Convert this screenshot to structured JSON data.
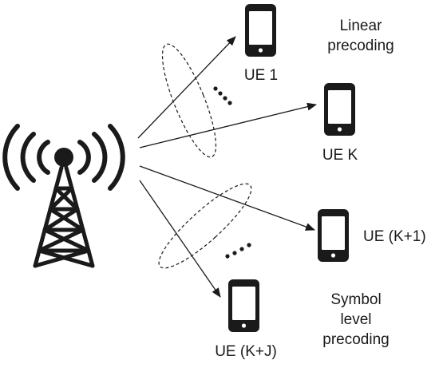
{
  "diagram": {
    "ue_labels": {
      "ue1": "UE 1",
      "ueK": "UE K",
      "ueK1": "UE (K+1)",
      "ueKJ": "UE (K+J)"
    },
    "group_labels": {
      "linear_line1": "Linear",
      "linear_line2": "precoding",
      "symbol_line1": "Symbol",
      "symbol_line2": "level",
      "symbol_line3": "precoding"
    },
    "icons": {
      "base_station": "cell-tower-icon",
      "user_equipment": "smartphone-icon"
    },
    "colors": {
      "ink": "#1a1a1a",
      "screen": "#ffffff"
    }
  }
}
